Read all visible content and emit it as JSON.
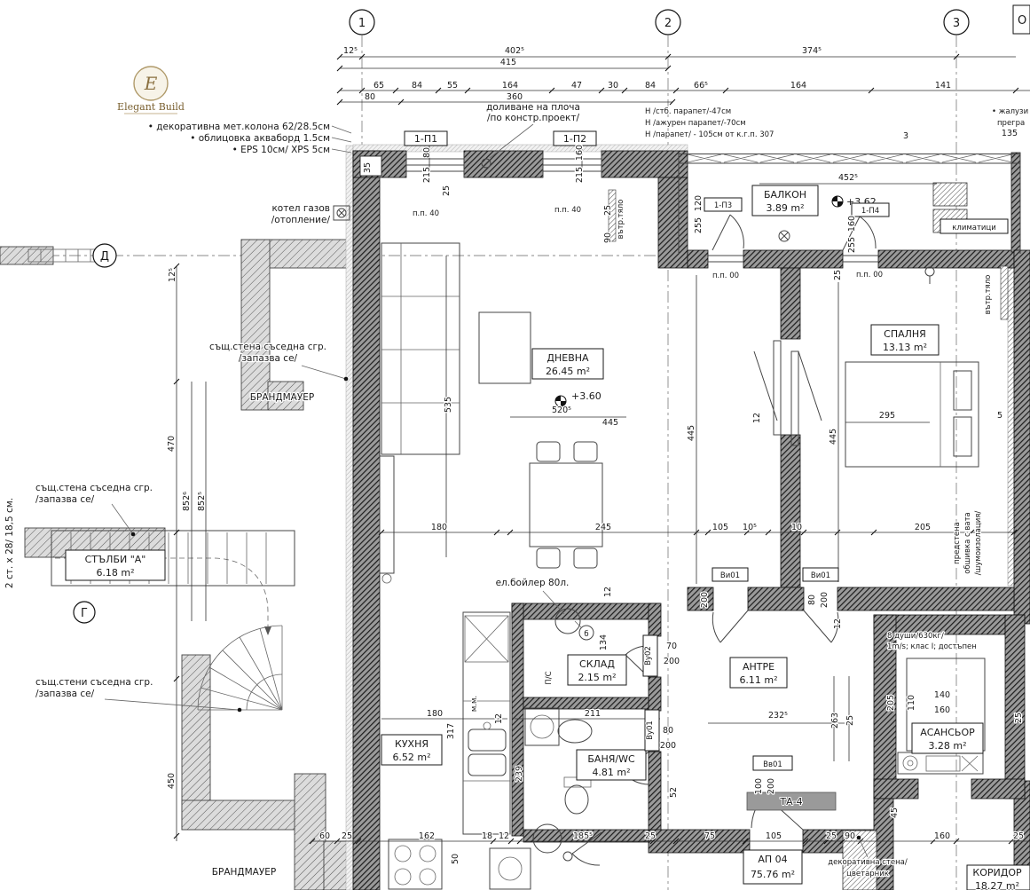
{
  "grid": {
    "axis1": "1",
    "axis2": "2",
    "axis3": "3",
    "axisD": "Д",
    "axisG": "Г",
    "corner_box": "О"
  },
  "logo": {
    "monogram": "E",
    "name": "Elegant Build"
  },
  "rooms": {
    "living": {
      "name": "ДНЕВНА",
      "area": "26.45 m²",
      "level": "+3.60"
    },
    "balcony": {
      "name": "БАЛКОН",
      "area": "3.89 m²",
      "level": "+3.62"
    },
    "bedroom": {
      "name": "СПАЛНЯ",
      "area": "13.13 m²"
    },
    "stairs": {
      "name": "СТЪЛБИ \"А\"",
      "area": "6.18 m²"
    },
    "kitchen": {
      "name": "КУХНЯ",
      "area": "6.52 m²"
    },
    "storage": {
      "name": "СКЛАД",
      "area": "2.15 m²"
    },
    "bath": {
      "name": "БАНЯ/WC",
      "area": "4.81 m²"
    },
    "hall": {
      "name": "АНТРЕ",
      "area": "6.11 m²"
    },
    "elevator": {
      "name": "АСАНСЬОР",
      "area": "3.28 m²"
    },
    "corridor": {
      "name": "КОРИДОР",
      "area": "18.27 m²"
    },
    "apartment": {
      "name": "АП 04",
      "area": "75.76 m²"
    }
  },
  "openings": {
    "p1": "1-П1",
    "p2": "1-П2",
    "p3": "1-П3",
    "p4": "1-П4",
    "vi01_left": "Ви01",
    "vi01_right": "Ви01",
    "vu01": "Ву01",
    "vu02": "Ву02",
    "vv01": "Вв01",
    "ta4": "ТА-4"
  },
  "notes": {
    "slab": [
      "доливане на плоча",
      "/по констр.проект/"
    ],
    "parapets": [
      "Н /стб. парапет/-47см",
      "Н /ажурен парапет/-70см",
      "Н /парапет/ - 105см от к.г.п. 307"
    ],
    "louvers": [
      "• жалузи",
      "прегра"
    ],
    "left_bullets": [
      "• декоративна мет.колона 62/28.5см",
      "• облицовка акваборд 1.5см",
      "• EPS 10см/ XPS 5см"
    ],
    "gas_boiler": [
      "котел газов",
      "/отопление/"
    ],
    "adjacent_wall_1": [
      "същ.стена съседна сгр.",
      "/запазва се/"
    ],
    "adjacent_wall_2": [
      "същ.стена съседна сгр.",
      "/запазва се/"
    ],
    "adjacent_wall_3": [
      "същ.стени съседна сгр.",
      "/запазва се/"
    ],
    "firewall_1": "БРАНДМАУЕР",
    "firewall_2": "БРАНДМАУЕР",
    "stair_steps": "2 ст. х 28/ 18,5 см.",
    "el_boiler": "ел.бойлер 80л.",
    "ac_units": "климатици",
    "indoor_unit_1": "вътр.тяло",
    "indoor_unit_2": "вътр.тяло",
    "pp40_1": "п.п. 40",
    "pp40_2": "п.п. 40",
    "pp00_1": "п.п. 00",
    "pp00_2": "п.п. 00",
    "lining": [
      "предстена",
      "обшивка с вата",
      "/шумоизолация/"
    ],
    "lift_spec": [
      "8 души/630кг/",
      "1m/s; клас I; достъпен"
    ],
    "deco_wall": [
      "декоративна стена/",
      "цветарник"
    ],
    "pc": "П/С",
    "mm": "м.м.",
    "b_node": "б"
  },
  "dims": {
    "chain_main": [
      "12⁵",
      "402⁵",
      "374⁵"
    ],
    "chain_415": "415",
    "chain_detail": [
      "65",
      "84",
      "55",
      "164",
      "47",
      "30",
      "84",
      "66⁵",
      "164",
      "141"
    ],
    "chain_sub": [
      "80",
      "360"
    ],
    "top_right": [
      "3",
      "135"
    ],
    "balcony_len": "452⁵",
    "win1": [
      "35",
      "80",
      "215",
      "25"
    ],
    "win2": [
      "160",
      "215",
      "25",
      "90"
    ],
    "door_p3": [
      "120",
      "255"
    ],
    "door_p4": [
      "160",
      "255"
    ],
    "pp00_gap": "25",
    "left_col": [
      "12⁵",
      "470",
      "852⁶",
      "852⁵",
      "450"
    ],
    "living": [
      "535",
      "520⁵",
      "445",
      "445"
    ],
    "bedroom": [
      "445",
      "295",
      "5",
      "12"
    ],
    "mid_chain": [
      "180",
      "245",
      "105",
      "10⁵",
      "10",
      "205"
    ],
    "door_vi_left": [
      "200"
    ],
    "door_vi_right": [
      "80",
      "200"
    ],
    "storage_col": [
      "12",
      "134"
    ],
    "hall_col": [
      "12"
    ],
    "vu02": [
      "70",
      "200"
    ],
    "vu01": [
      "80",
      "200"
    ],
    "vv01": [
      "100",
      "200"
    ],
    "antre": [
      "232⁵",
      "263",
      "25"
    ],
    "kitchen": [
      "180",
      "317",
      "12",
      "211"
    ],
    "bath": [
      "239",
      "52"
    ],
    "lift": [
      "205",
      "110",
      "140",
      "160",
      "25",
      "45"
    ],
    "bottom": [
      "60",
      "25",
      "162",
      "18",
      "12",
      "50",
      "185⁵",
      "25",
      "75",
      "105",
      "25",
      "90",
      "160",
      "25"
    ]
  }
}
